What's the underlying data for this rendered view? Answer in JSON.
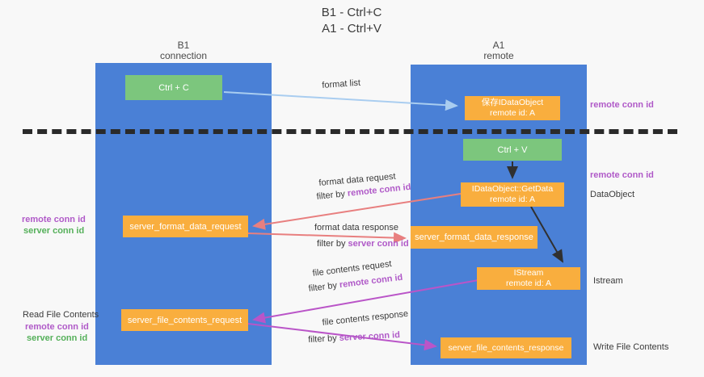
{
  "title": {
    "line1": "B1 - Ctrl+C",
    "line2": "A1 - Ctrl+V"
  },
  "columns": {
    "left": {
      "name": "B1",
      "role": "connection"
    },
    "right": {
      "name": "A1",
      "role": "remote"
    }
  },
  "nodes": {
    "ctrl_c": {
      "label": "Ctrl + C"
    },
    "ctrl_v": {
      "label": "Ctrl + V"
    },
    "save_dataobject": {
      "line1": "保存IDataObject",
      "line2": "remote id: A"
    },
    "getdata": {
      "line1": "IDataObject::GetData",
      "line2": "remote id: A"
    },
    "istream": {
      "line1": "IStream",
      "line2": "remote id: A"
    },
    "format_request": {
      "label": "server_format_data_request"
    },
    "format_response": {
      "label": "server_format_data_response"
    },
    "file_request": {
      "label": "server_file_contents_request"
    },
    "file_response": {
      "label": "server_file_contents_response"
    }
  },
  "arrow_labels": {
    "format_list": "format list",
    "format_data_request": "format data request",
    "format_data_response": "format data response",
    "file_contents_request": "file contents request",
    "file_contents_response": "file contents response",
    "filter_by": "filter by ",
    "remote_conn_id": "remote conn id",
    "server_conn_id": "server conn id"
  },
  "side_labels": {
    "remote_conn_id_top": "remote conn id",
    "remote_conn_id_mid": "remote conn id",
    "dataobject": "DataObject",
    "istream": "Istream",
    "write_file_contents": "Write File Contents",
    "read_file_contents": "Read File Contents",
    "left_remote_conn_id": "remote conn id",
    "left_server_conn_id": "server conn id",
    "read_remote_conn_id": "remote conn id",
    "read_server_conn_id": "server conn id"
  },
  "colors": {
    "column_blue": "#4a80d6",
    "node_green": "#7cc67d",
    "node_orange": "#f9ae3e",
    "arrow_blue": "#a9cdf0",
    "arrow_salmon": "#e87f7f",
    "arrow_magenta": "#ba55c8",
    "arrow_black": "#303030",
    "conn_id_purple": "#b05ac8",
    "conn_id_green": "#55b05a"
  }
}
